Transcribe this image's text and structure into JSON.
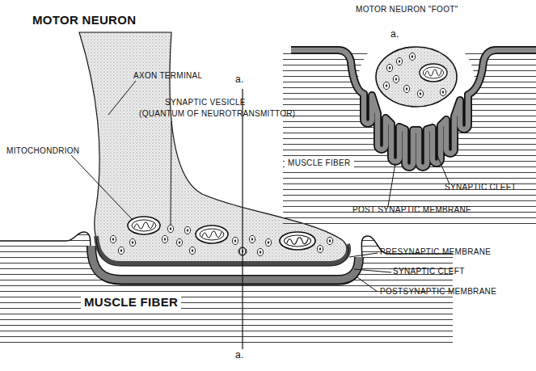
{
  "diagram": {
    "labels": [
      "MOTOR NEURON",
      "MOTOR NEURON \"FOOT\"",
      "a.",
      "AXON TERMINAL",
      "SYNAPTIC VESICLE",
      "(QUANTUM OF NEUROTRANSMITTOR)",
      "a.",
      "MITOCHONDRION",
      "MUSCLE FIBER",
      "SYNAPTIC CLEFT",
      "POST SYNAPTIC MEMBRANE",
      "PRESYNAPTIC MEMBRANE",
      "SYNAPTIC CLEFT",
      "POSTSYNAPTIC MEMBRANE",
      "MUSCLE FIBER",
      "a."
    ]
  }
}
